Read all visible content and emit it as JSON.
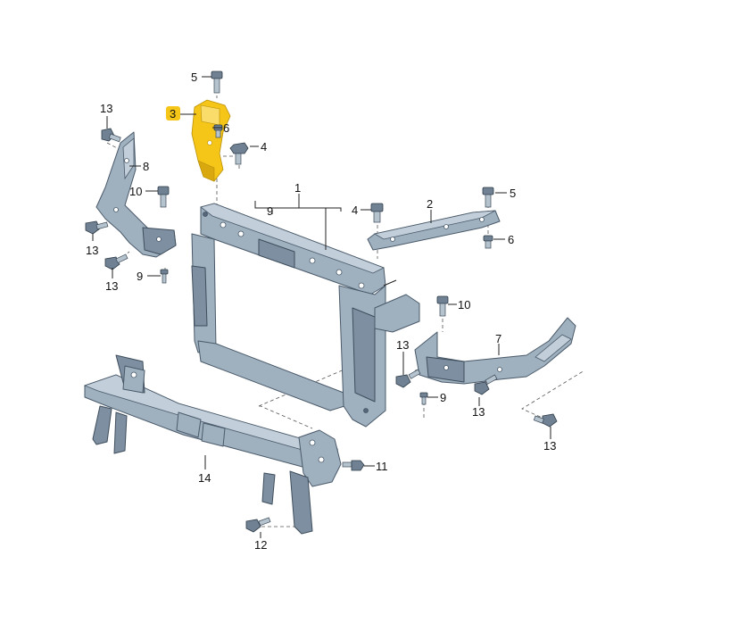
{
  "callouts": {
    "c1": "1",
    "c2": "2",
    "c3": "3",
    "c4a": "4",
    "c4b": "4",
    "c5a": "5",
    "c5b": "5",
    "c6a": "6",
    "c6b": "6",
    "c7": "7",
    "c8": "8",
    "c9a": "9",
    "c9b": "9",
    "c9c": "9",
    "c10a": "10",
    "c10b": "10",
    "c11": "11",
    "c12": "12",
    "c13a": "13",
    "c13b": "13",
    "c13c": "13",
    "c13d": "13",
    "c13e": "13",
    "c13f": "13",
    "c14": "14"
  },
  "colors": {
    "highlight": "#f5c518",
    "part": "#9fb0bf",
    "outline": "#4a5a6a"
  }
}
